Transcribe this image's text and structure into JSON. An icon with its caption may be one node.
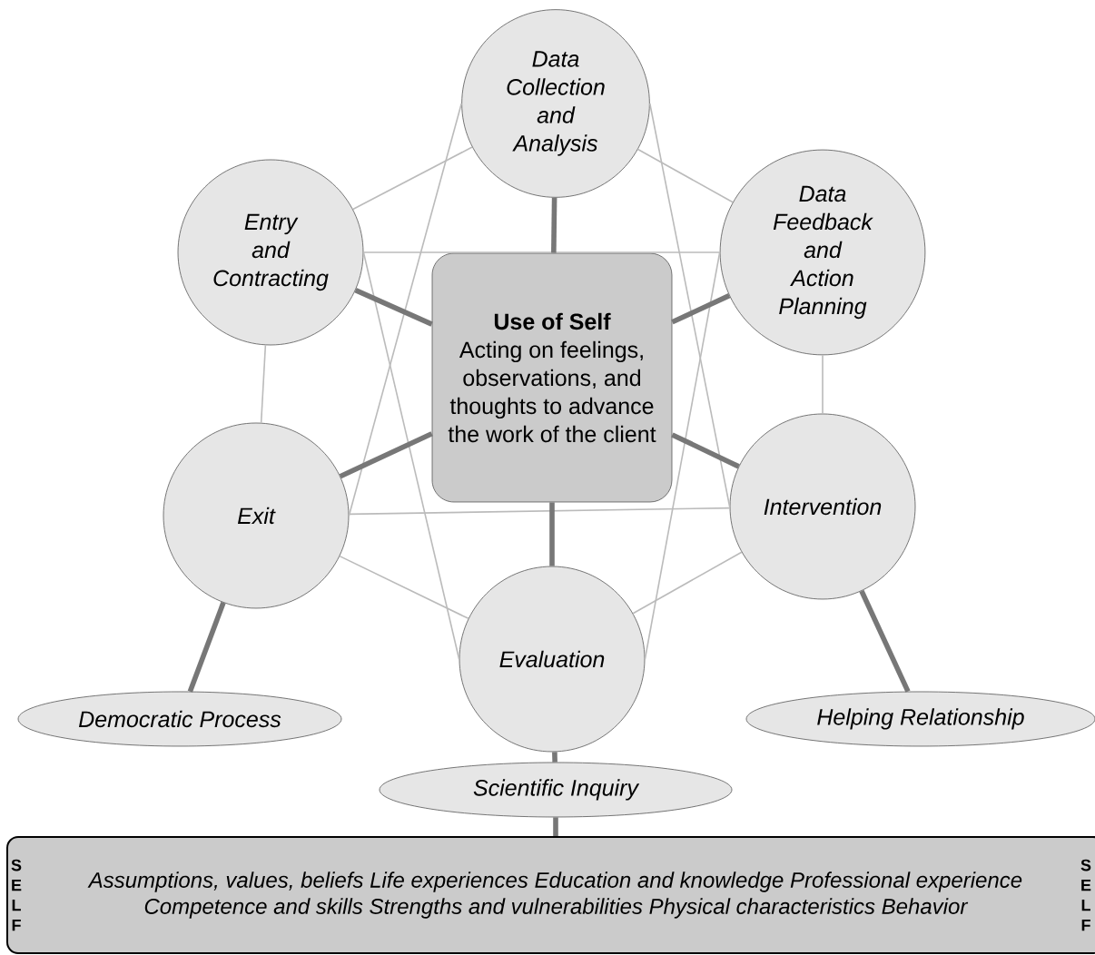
{
  "diagram": {
    "nodes": [
      {
        "text": [
          "Use of Self",
          "Acting on feelings, observations, and thoughts to advance the work of the client"
        ]
      },
      {
        "text": [
          "Data Collection and Analysis"
        ]
      },
      {
        "text": [
          "Entry and Contracting"
        ]
      },
      {
        "text": [
          "Data Feedback and Action Planning"
        ]
      },
      {
        "text": [
          "Exit"
        ]
      },
      {
        "text": [
          "Intervention"
        ]
      },
      {
        "text": [
          "Evaluation"
        ]
      },
      {
        "text": [
          "Democratic Process"
        ]
      },
      {
        "text": [
          "Helping Relationship"
        ]
      },
      {
        "text": [
          "Scientific Inquiry"
        ]
      },
      {
        "text": [
          "S E L F",
          "Assumptions, values, beliefs Life experiences Education and knowledge Professional experience Competence and skills Strengths and vulnerabilities Physical characteristics Behavior",
          "S E L F"
        ]
      }
    ],
    "edges": [
      {
        "from": 1,
        "to": 2,
        "arrow": "none"
      },
      {
        "from": 1,
        "to": 3,
        "arrow": "none"
      },
      {
        "from": 2,
        "to": 3,
        "arrow": "none"
      },
      {
        "from": 1,
        "to": 4,
        "arrow": "none"
      },
      {
        "from": 1,
        "to": 5,
        "arrow": "none"
      },
      {
        "from": 2,
        "to": 4,
        "arrow": "none"
      },
      {
        "from": 3,
        "to": 5,
        "arrow": "none"
      },
      {
        "from": 2,
        "to": 6,
        "arrow": "none"
      },
      {
        "from": 3,
        "to": 6,
        "arrow": "none"
      },
      {
        "from": 4,
        "to": 5,
        "arrow": "none"
      },
      {
        "from": 4,
        "to": 6,
        "arrow": "none"
      },
      {
        "from": 5,
        "to": 6,
        "arrow": "none"
      },
      {
        "from": 1,
        "to": 0,
        "arrow": "none",
        "style": "thick",
        "color": "#777777"
      },
      {
        "from": 2,
        "to": 0,
        "arrow": "none",
        "style": "thick",
        "color": "#777777"
      },
      {
        "from": 3,
        "to": 0,
        "arrow": "none",
        "style": "thick",
        "color": "#777777"
      },
      {
        "from": 4,
        "to": 0,
        "arrow": "none",
        "style": "thick",
        "color": "#777777"
      },
      {
        "from": 5,
        "to": 0,
        "arrow": "none",
        "style": "thick",
        "color": "#777777"
      },
      {
        "from": 0,
        "to": 6,
        "arrow": "none",
        "style": "thick",
        "color": "#777777"
      },
      {
        "from": 4,
        "to": 7,
        "arrow": "none",
        "style": "thick",
        "color": "#777777"
      },
      {
        "from": 5,
        "to": 8,
        "arrow": "none",
        "style": "thick",
        "color": "#777777"
      },
      {
        "from": 6,
        "to": 9,
        "arrow": "none",
        "style": "thick",
        "color": "#777777"
      },
      {
        "from": 9,
        "to": 10,
        "arrow": "none",
        "style": "thick",
        "color": "#777777"
      }
    ]
  }
}
